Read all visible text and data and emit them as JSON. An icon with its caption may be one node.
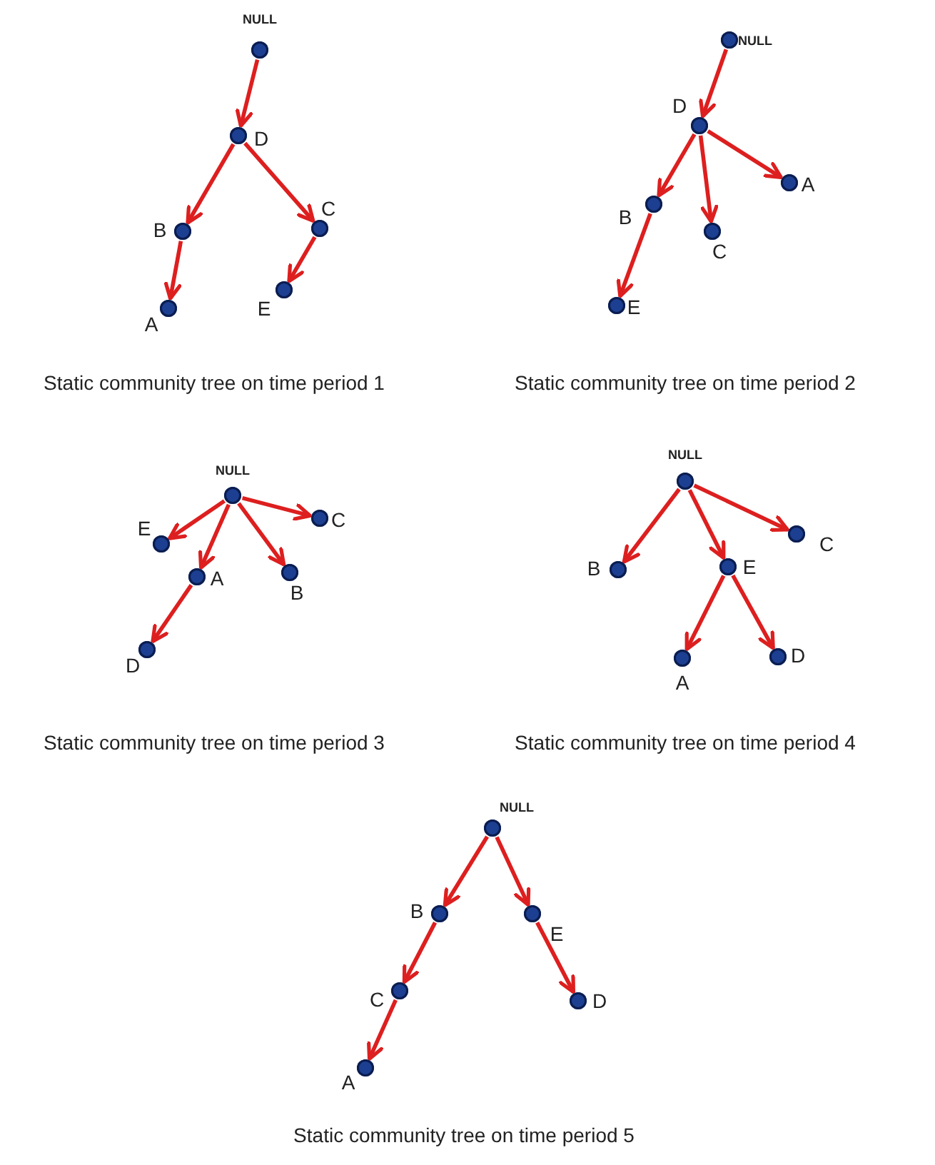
{
  "diagram": {
    "nodes": [
      {
        "text": [
          "NULL"
        ]
      },
      {
        "text": [
          "D"
        ]
      },
      {
        "text": [
          "B"
        ]
      },
      {
        "text": [
          "C"
        ]
      },
      {
        "text": [
          "A"
        ]
      },
      {
        "text": [
          "E"
        ]
      },
      {
        "text": [
          "NULL"
        ]
      },
      {
        "text": [
          "D"
        ]
      },
      {
        "text": [
          "B"
        ]
      },
      {
        "text": [
          "C"
        ]
      },
      {
        "text": [
          "A"
        ]
      },
      {
        "text": [
          "E"
        ]
      },
      {
        "text": [
          "NULL"
        ]
      },
      {
        "text": [
          "E"
        ]
      },
      {
        "text": [
          "A"
        ]
      },
      {
        "text": [
          "B"
        ]
      },
      {
        "text": [
          "C"
        ]
      },
      {
        "text": [
          "D"
        ]
      },
      {
        "text": [
          "NULL"
        ]
      },
      {
        "text": [
          "B"
        ]
      },
      {
        "text": [
          "E"
        ]
      },
      {
        "text": [
          "C"
        ]
      },
      {
        "text": [
          "A"
        ]
      },
      {
        "text": [
          "D"
        ]
      },
      {
        "text": [
          "NULL"
        ]
      },
      {
        "text": [
          "B"
        ]
      },
      {
        "text": [
          "E"
        ]
      },
      {
        "text": [
          "C"
        ]
      },
      {
        "text": [
          "D"
        ]
      },
      {
        "text": [
          "A"
        ]
      }
    ],
    "edges": [
      {
        "from": 0,
        "to": 1,
        "arrow": "to"
      },
      {
        "from": 1,
        "to": 2,
        "arrow": "to"
      },
      {
        "from": 1,
        "to": 3,
        "arrow": "to"
      },
      {
        "from": 2,
        "to": 4,
        "arrow": "to"
      },
      {
        "from": 3,
        "to": 5,
        "arrow": "to"
      },
      {
        "from": 6,
        "to": 7,
        "arrow": "to"
      },
      {
        "from": 7,
        "to": 8,
        "arrow": "to"
      },
      {
        "from": 7,
        "to": 9,
        "arrow": "to"
      },
      {
        "from": 7,
        "to": 10,
        "arrow": "to"
      },
      {
        "from": 8,
        "to": 11,
        "arrow": "to"
      },
      {
        "from": 12,
        "to": 13,
        "arrow": "to"
      },
      {
        "from": 12,
        "to": 14,
        "arrow": "to"
      },
      {
        "from": 12,
        "to": 15,
        "arrow": "to"
      },
      {
        "from": 12,
        "to": 16,
        "arrow": "to"
      },
      {
        "from": 14,
        "to": 17,
        "arrow": "to"
      },
      {
        "from": 18,
        "to": 19,
        "arrow": "to"
      },
      {
        "from": 18,
        "to": 20,
        "arrow": "to"
      },
      {
        "from": 18,
        "to": 21,
        "arrow": "to"
      },
      {
        "from": 20,
        "to": 22,
        "arrow": "to"
      },
      {
        "from": 20,
        "to": 23,
        "arrow": "to"
      },
      {
        "from": 24,
        "to": 25,
        "arrow": "to"
      },
      {
        "from": 24,
        "to": 26,
        "arrow": "to"
      },
      {
        "from": 25,
        "to": 27,
        "arrow": "to"
      },
      {
        "from": 27,
        "to": 29,
        "arrow": "to"
      },
      {
        "from": 26,
        "to": 28,
        "arrow": "to"
      }
    ],
    "labels": [
      "Static community tree on time period 1",
      "Static community tree on time period 2",
      "Static community tree on time period 3",
      "Static community tree on time period 4",
      "Static community tree on time period 5"
    ]
  }
}
